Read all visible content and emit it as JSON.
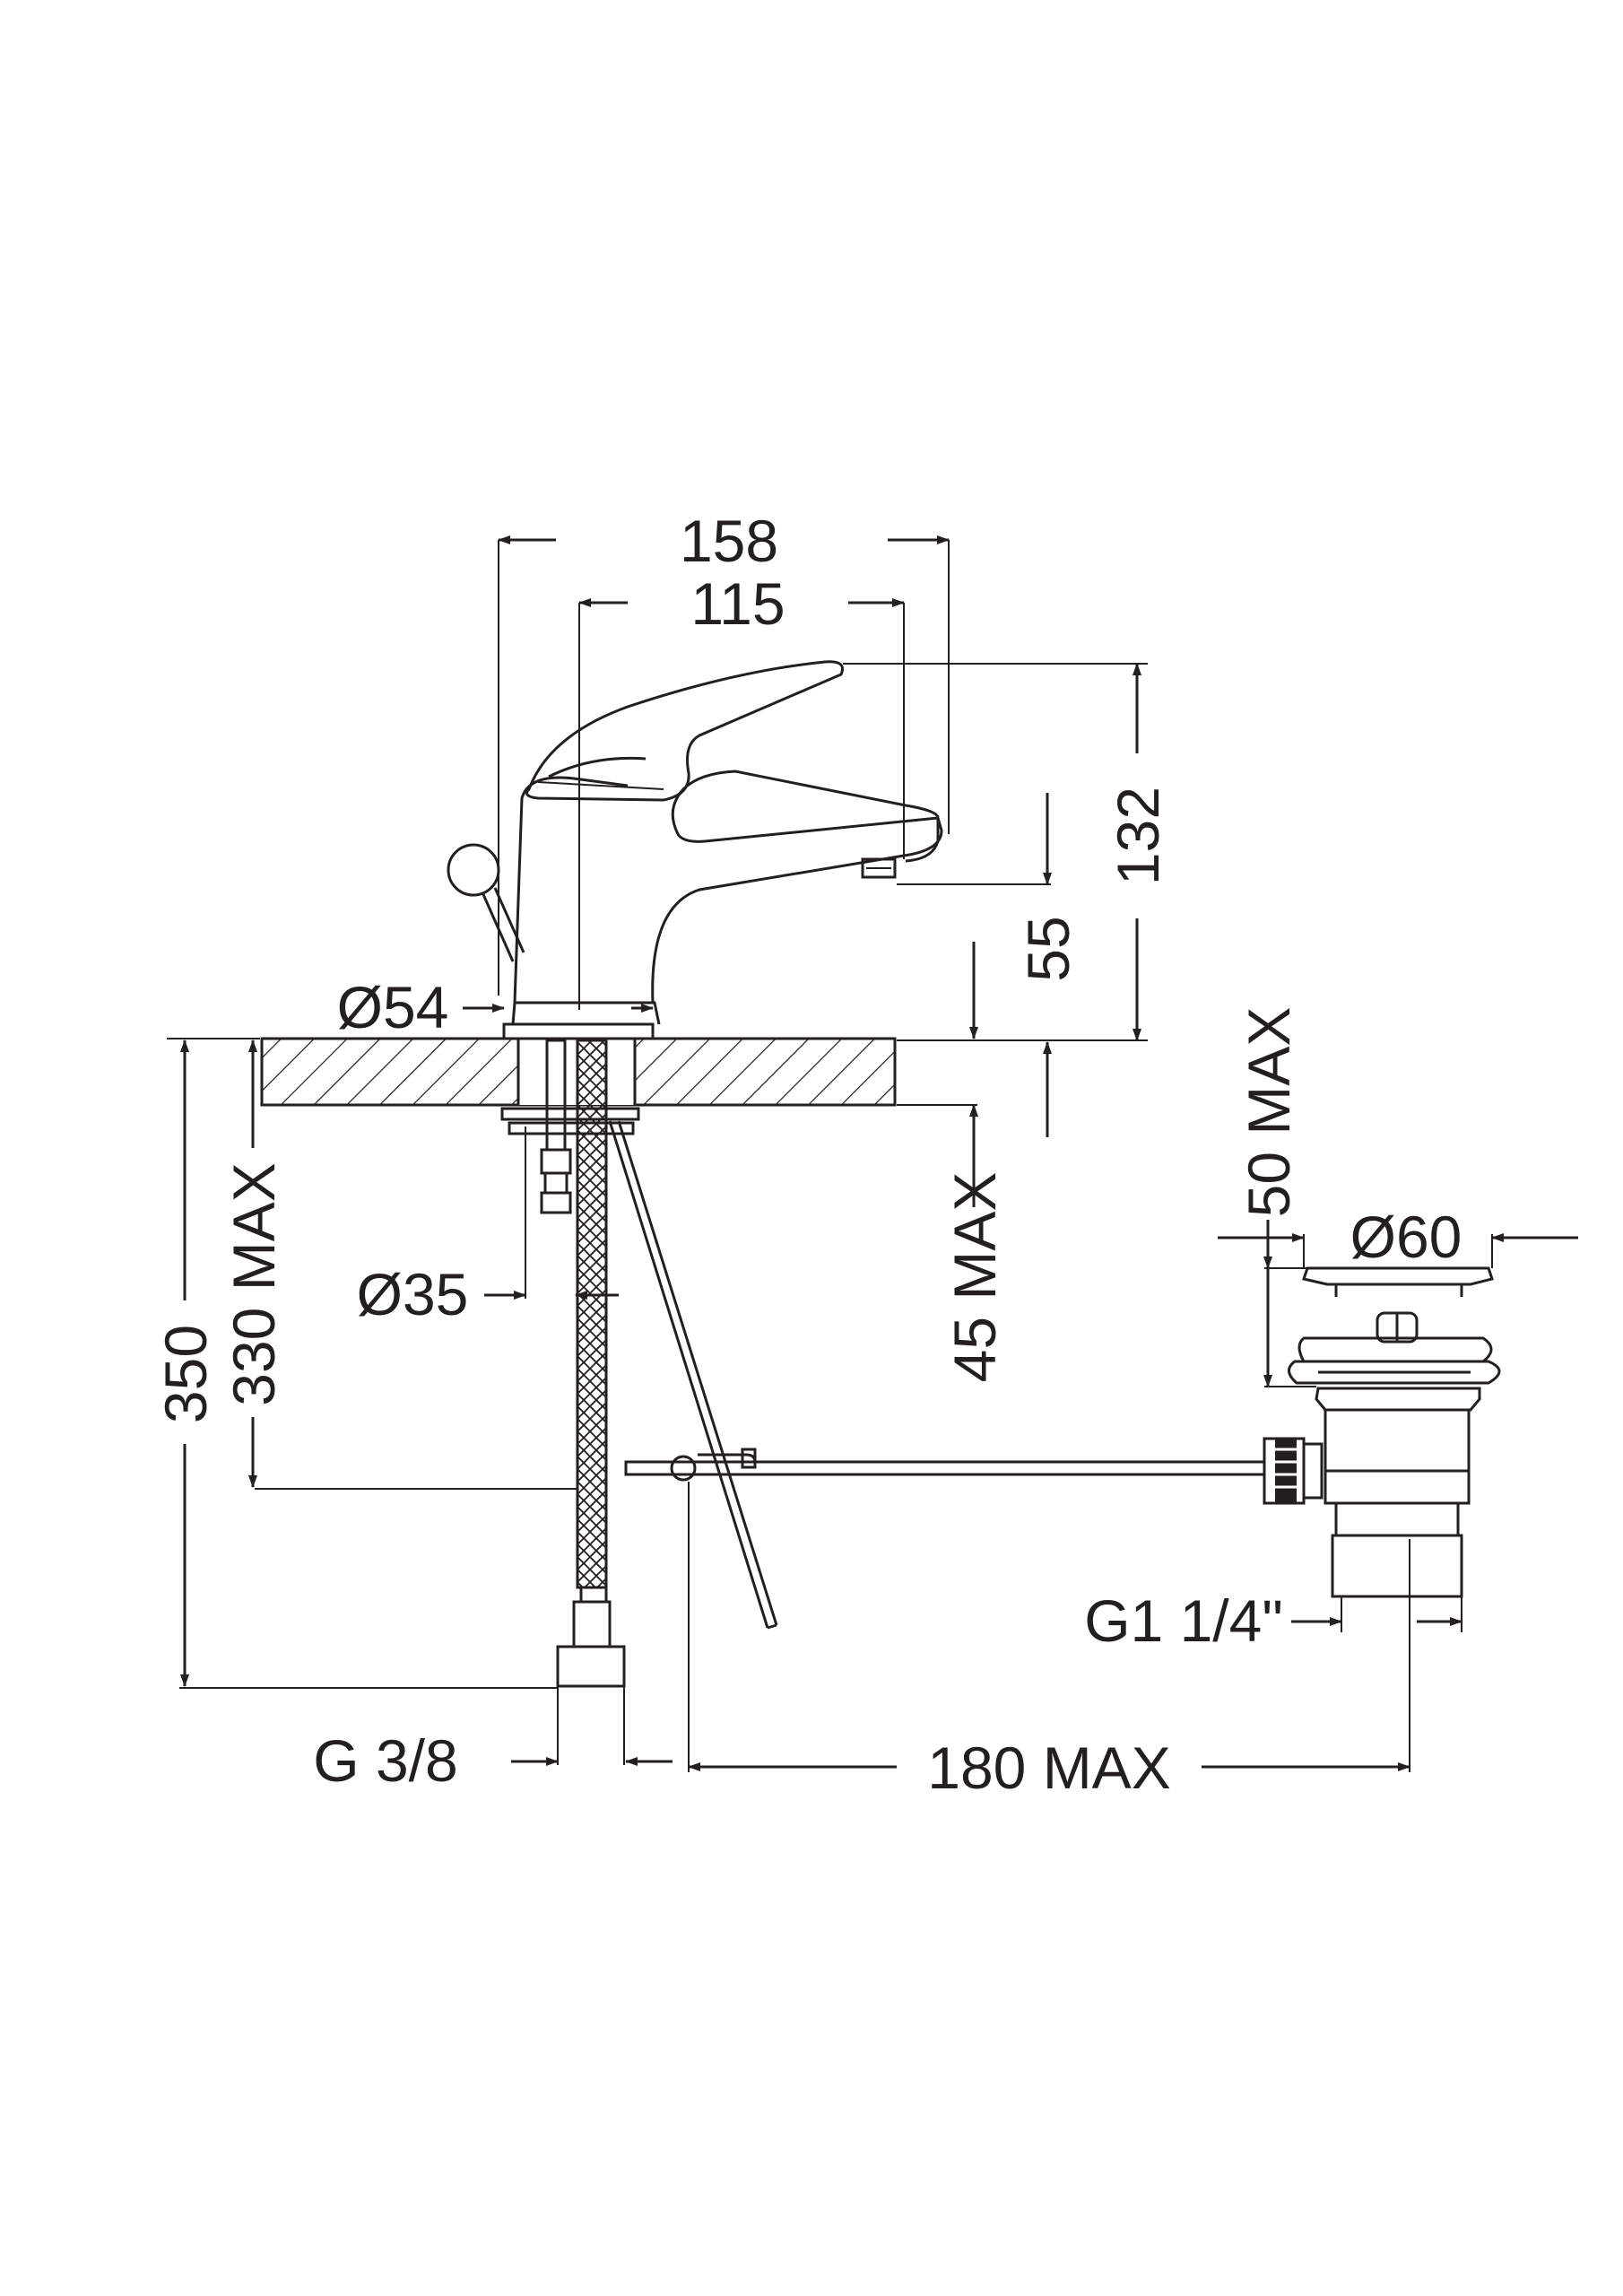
{
  "drawing": {
    "subject": "single-lever basin mixer with pop-up waste",
    "dimensions": {
      "overall_depth": "158",
      "spout_reach": "115",
      "height": "132",
      "spout_outlet_height": "55",
      "base_diameter": "Ø54",
      "hose_diameter": "Ø35",
      "deck_max": "45 MAX",
      "overall_length": "350",
      "hose_length": "330 MAX",
      "waste_height": "50 MAX",
      "waste_diameter": "Ø60",
      "waste_thread": "G1 1/4\"",
      "hose_thread": "G 3/8",
      "rod_length": "180 MAX"
    },
    "colors": {
      "line": "#231f20",
      "background": "#ffffff"
    }
  }
}
